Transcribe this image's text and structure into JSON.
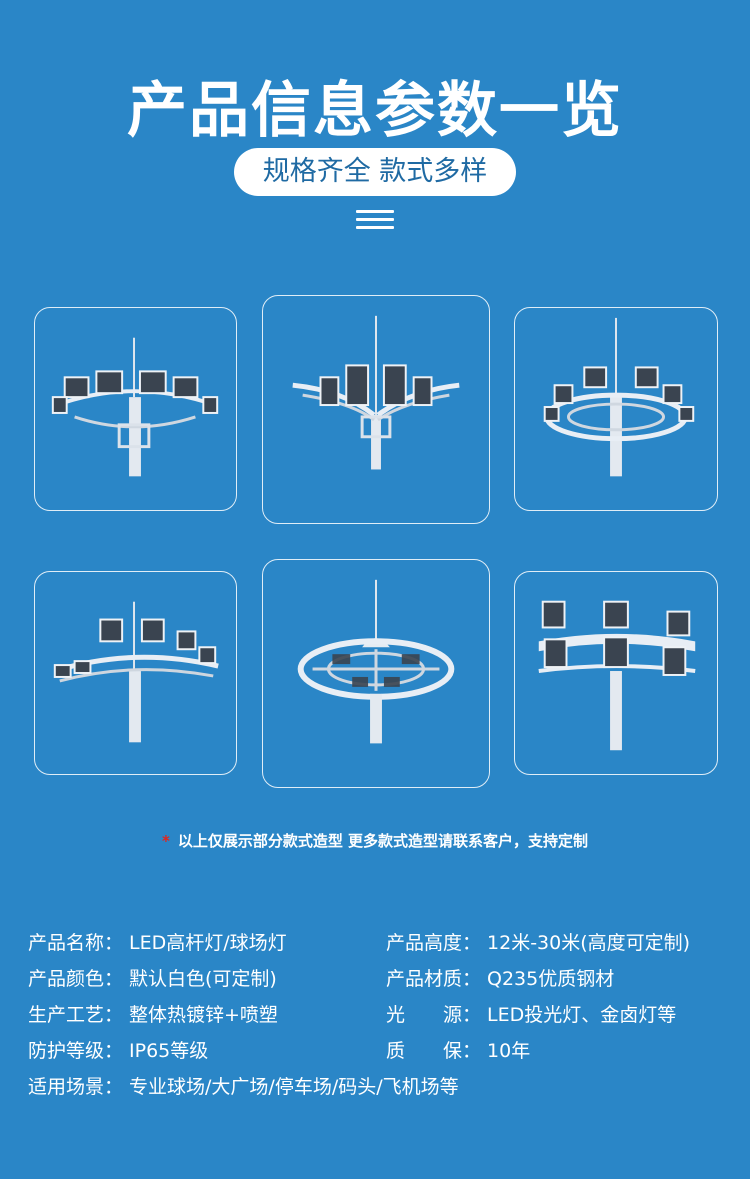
{
  "header": {
    "title": "产品信息参数一览",
    "subtitle": "规格齐全 款式多样"
  },
  "products": [
    {
      "style": "fan-ring-floodlights",
      "icon": "pole-light-icon"
    },
    {
      "style": "curved-arms-floodlights",
      "icon": "pole-light-icon"
    },
    {
      "style": "round-ring-floodlights",
      "icon": "pole-light-icon"
    },
    {
      "style": "half-ring-floodlights",
      "icon": "pole-light-icon"
    },
    {
      "style": "disc-lantern",
      "icon": "pole-light-icon"
    },
    {
      "style": "arched-frame-floodlights",
      "icon": "pole-light-icon"
    }
  ],
  "note": {
    "mark": "*",
    "text": "以上仅展示部分款式造型 更多款式造型请联系客户，支持定制"
  },
  "specs": {
    "name_label": "产品名称：",
    "name_value": "LED高杆灯/球场灯",
    "height_label": "产品高度：",
    "height_value": "12米-30米(高度可定制)",
    "color_label": "产品颜色：",
    "color_value": "默认白色(可定制)",
    "material_label": "产品材质：",
    "material_value": "Q235优质钢材",
    "process_label": "生产工艺：",
    "process_value": "整体热镀锌+喷塑",
    "source_label": "光　　源：",
    "source_value": "LED投光灯、金卤灯等",
    "protection_label": "防护等级：",
    "protection_value": "IP65等级",
    "warranty_label": "质　　保：",
    "warranty_value": "10年",
    "scene_label": "适用场景：",
    "scene_value": "专业球场/大广场/停车场/码头/飞机场等"
  },
  "colors": {
    "background": "#2a86c7",
    "accent_text": "#1f6aa3",
    "star": "#e2241c"
  }
}
